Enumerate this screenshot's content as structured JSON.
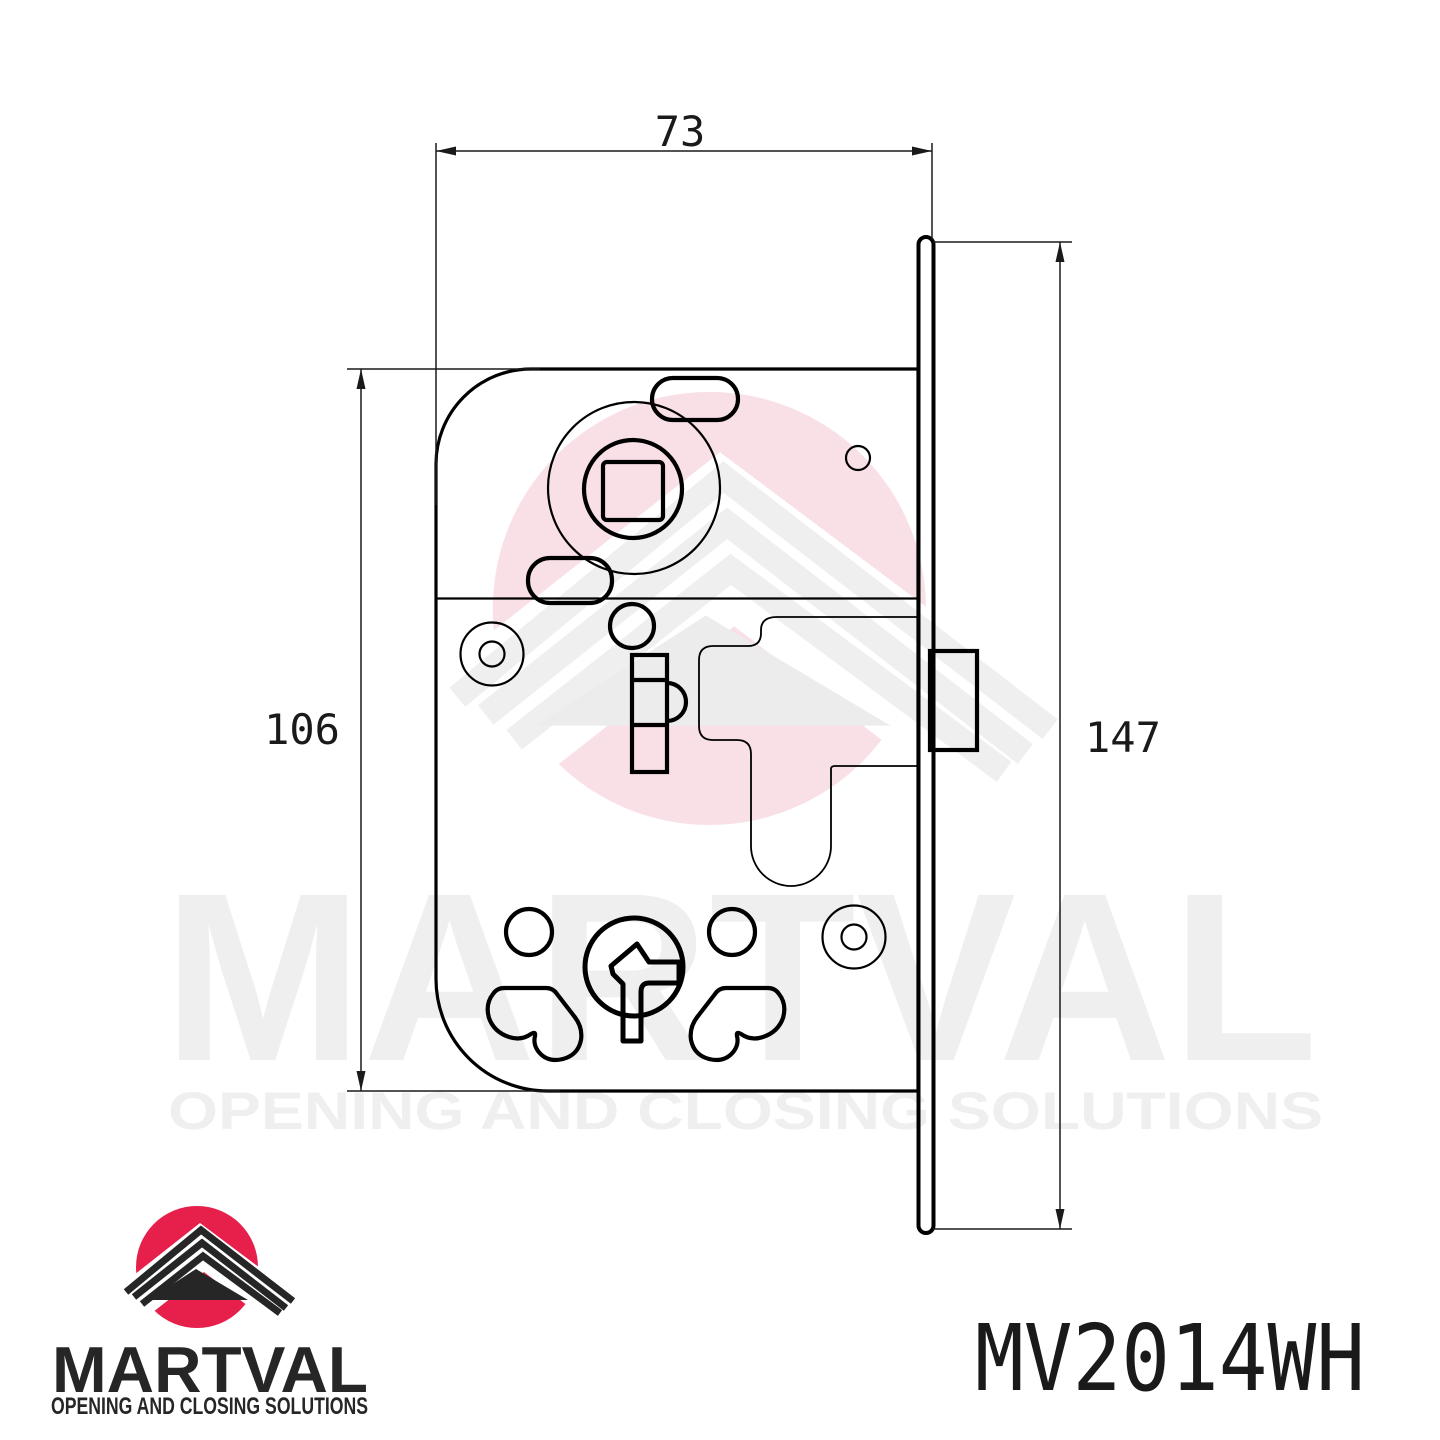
{
  "product_code": "MV2014WH",
  "dimensions": {
    "body_width": "73",
    "body_height": "106",
    "faceplate_height": "147"
  },
  "brand": {
    "name": "MARTVAL",
    "tagline": "OPENING AND CLOSING SOLUTIONS"
  },
  "watermark": {
    "name": "MARTVAL",
    "tagline": "OPENING AND CLOSING SOLUTIONS"
  },
  "colors": {
    "brand_red": "#E6204B",
    "logo_ink": "#262626",
    "line_ink": "#000000",
    "watermark_grey": "#EFEFEF",
    "watermark_pink": "#F9E0E7"
  }
}
